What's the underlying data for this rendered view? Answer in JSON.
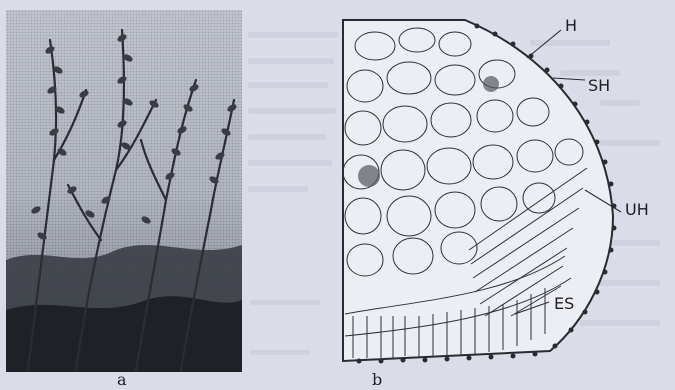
{
  "figure": {
    "panel_a": {
      "letter": "a"
    },
    "panel_b": {
      "letter": "b",
      "labels": {
        "h": "H",
        "sh": "SH",
        "uh": "UH",
        "es": "ES"
      }
    }
  }
}
